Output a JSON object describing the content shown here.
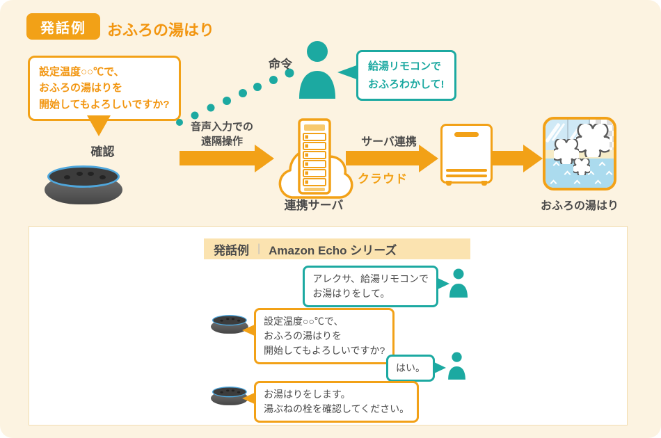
{
  "colors": {
    "orange": "#F2A117",
    "teal": "#1CA9A1",
    "background_cream": "#FCF3E1",
    "header_bar_cream": "#FBE3B0",
    "dark_text": "#4A4A4A",
    "echo_ring_blue": "#4FA7DD"
  },
  "header": {
    "badge": "発話例",
    "title": "おふろの湯はり"
  },
  "diagram": {
    "confirm_bubble": {
      "lines": [
        "設定温度○○℃で、",
        "おふろの湯はりを",
        "開始してもよろしいですか?"
      ]
    },
    "confirm_label": "確認",
    "command_label": "命令",
    "command_bubble": {
      "lines": [
        "給湯リモコンで",
        "おふろわかして!"
      ]
    },
    "voice_label": {
      "lines": [
        "音声入力での",
        "遠隔操作"
      ]
    },
    "server_link_label": "サーバ連携",
    "cloud_label": "クラウド",
    "server_label": "連携サーバ",
    "bath_label": "おふろの湯はり"
  },
  "conversation": {
    "header": {
      "badge": "発話例",
      "separator": "|",
      "title": "Amazon Echo シリーズ"
    },
    "messages": [
      {
        "speaker": "user",
        "lines": [
          "アレクサ、給湯リモコンで",
          "お湯はりをして。"
        ]
      },
      {
        "speaker": "echo",
        "lines": [
          "設定温度○○℃で、",
          "おふろの湯はりを",
          "開始してもよろしいですか?"
        ]
      },
      {
        "speaker": "user",
        "lines": [
          "はい。"
        ]
      },
      {
        "speaker": "echo",
        "lines": [
          "お湯はりをします。",
          "湯ぶねの栓を確認してください。"
        ]
      }
    ]
  }
}
